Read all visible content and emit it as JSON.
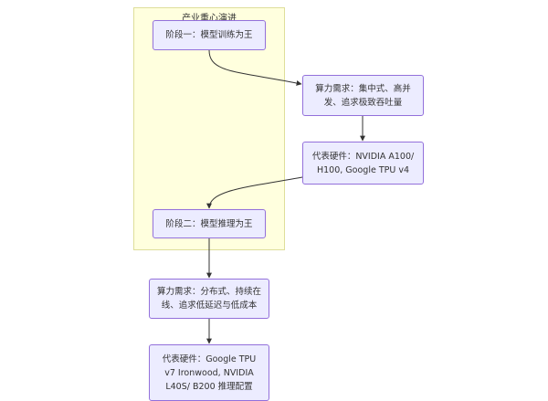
{
  "diagram": {
    "type": "flowchart",
    "subgraph": {
      "title": "产业重心演进"
    },
    "nodes": [
      {
        "id": "stage1",
        "label": "阶段一：模型训练为王"
      },
      {
        "id": "demand1",
        "label": "算力需求：集中式、高并发、追求极致吞吐量"
      },
      {
        "id": "hw1",
        "label": "代表硬件：NVIDIA A100/ H100, Google TPU v4"
      },
      {
        "id": "stage2",
        "label": "阶段二：模型推理为王"
      },
      {
        "id": "demand2",
        "label": "算力需求：分布式、持续在线、追求低延迟与低成本"
      },
      {
        "id": "hw2",
        "label": "代表硬件：Google TPU v7 Ironwood, NVIDIA L40S/ B200 推理配置"
      }
    ],
    "edges": [
      {
        "from": "stage1",
        "to": "demand1"
      },
      {
        "from": "demand1",
        "to": "hw1"
      },
      {
        "from": "hw1",
        "to": "stage2"
      },
      {
        "from": "stage2",
        "to": "demand2"
      },
      {
        "from": "demand2",
        "to": "hw2"
      }
    ],
    "colors": {
      "node_fill": "#ececff",
      "node_border": "#9370db",
      "cluster_fill": "#ffffde",
      "cluster_border": "#dede9a",
      "edge": "#333333"
    }
  }
}
